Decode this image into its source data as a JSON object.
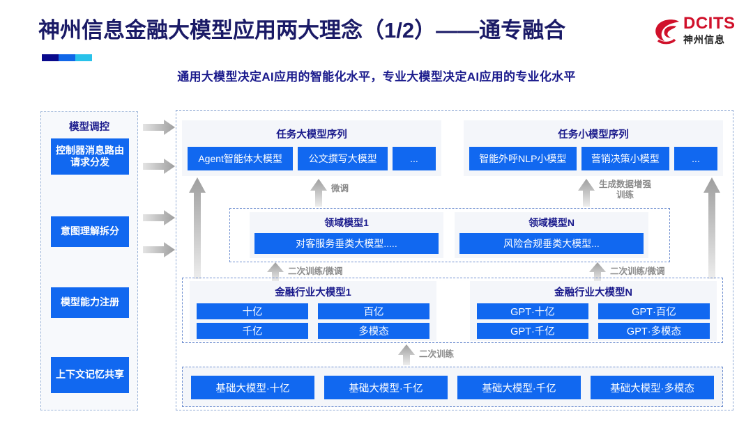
{
  "header": {
    "title": "神州信息金融大模型应用两大理念（1/2）——通专融合",
    "subtitle": "通用大模型决定AI应用的智能化水平，专业大模型决定AI应用的专业化水平",
    "logo": {
      "en": "DCITS",
      "cn": "神州信息"
    },
    "accent_colors": [
      "#0a0a8c",
      "#1167e8",
      "#29c2ea"
    ]
  },
  "theme": {
    "title_color": "#1a1a66",
    "subtitle_color": "#1a1a8c",
    "chip_blue": "#1168f0",
    "panel_bg": "#f4f6fa",
    "dashed_border": "#8fa9d4",
    "arrow_gray": "#b8b8b8",
    "logo_red": "#d0102a"
  },
  "control_panel": {
    "title": "模型调控",
    "items": [
      {
        "label": "控制器消息路由请求分发"
      },
      {
        "label": "意图理解拆分"
      },
      {
        "label": "模型能力注册"
      },
      {
        "label": "上下文记忆共享"
      }
    ]
  },
  "task_layer": {
    "large": {
      "title": "任务大模型序列",
      "chips": [
        "Agent智能体大模型",
        "公文撰写大模型",
        "..."
      ]
    },
    "small": {
      "title": "任务小模型序列",
      "chips": [
        "智能外呼NLP小模型",
        "营销决策小模型",
        "..."
      ]
    }
  },
  "domain_layer": {
    "cards": [
      {
        "title": "领域模型1",
        "chip": "对客服务垂类大模型....."
      },
      {
        "title": "领域模型N",
        "chip": "风险合规垂类大模型..."
      }
    ]
  },
  "industry_layer": {
    "cards": [
      {
        "title": "金融行业大模型1",
        "chips": [
          "十亿",
          "百亿",
          "千亿",
          "多模态"
        ]
      },
      {
        "title": "金融行业大模型N",
        "chips": [
          "GPT·十亿",
          "GPT·百亿",
          "GPT·千亿",
          "GPT·多模态"
        ]
      }
    ]
  },
  "base_layer": {
    "chips": [
      "基础大模型·十亿",
      "基础大模型·千亿",
      "基础大模型·千亿",
      "基础大模型·多模态"
    ]
  },
  "arrow_labels": {
    "fine_tune": "微调",
    "data_aug_line1": "生成数据增强",
    "data_aug_line2": "训练",
    "retrain_finetune_left": "二次训练/微调",
    "retrain_finetune_right": "二次训练/微调",
    "retrain": "二次训练"
  }
}
